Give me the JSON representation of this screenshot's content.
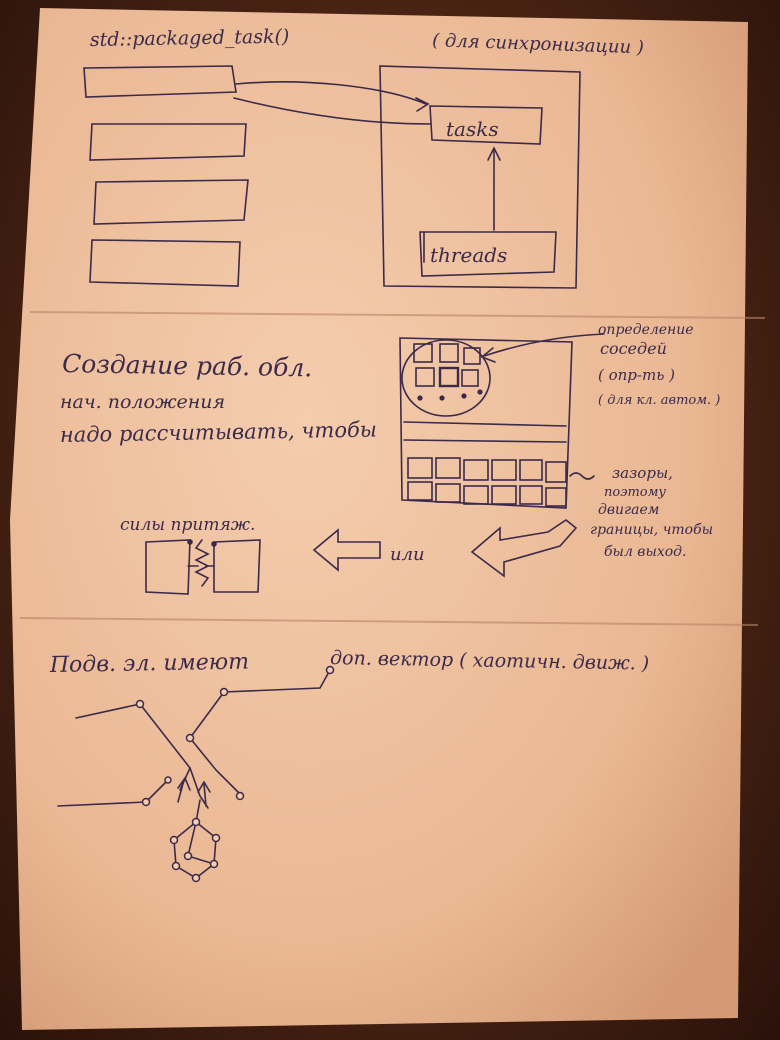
{
  "colors": {
    "paper_light": "#f0c6a4",
    "paper_shadow": "#d9a27e",
    "background": "#4a2414",
    "ink": "#3b2a4a"
  },
  "section1": {
    "header": "std::packaged_task()",
    "note": "( для синхронизации )",
    "tasks_label": "tasks",
    "threads_label": "threads"
  },
  "section2": {
    "title": "Создание раб. обл.",
    "line2": "нач. положения",
    "line3": "надо рассчитывать, чтобы",
    "neighbors_note": [
      "определение",
      "соседей",
      "( опр-ть )",
      "( для кл. автом. )"
    ],
    "gaps_note": [
      "зазоры,",
      "поэтому",
      "двигаем",
      "границы, чтобы",
      "был выход."
    ],
    "force_label": "силы притяж.",
    "or_label": "или"
  },
  "section3": {
    "title": "Подв. эл. имеют",
    "vector_note": "доп. вектор ( хаотичн. движ. )"
  }
}
